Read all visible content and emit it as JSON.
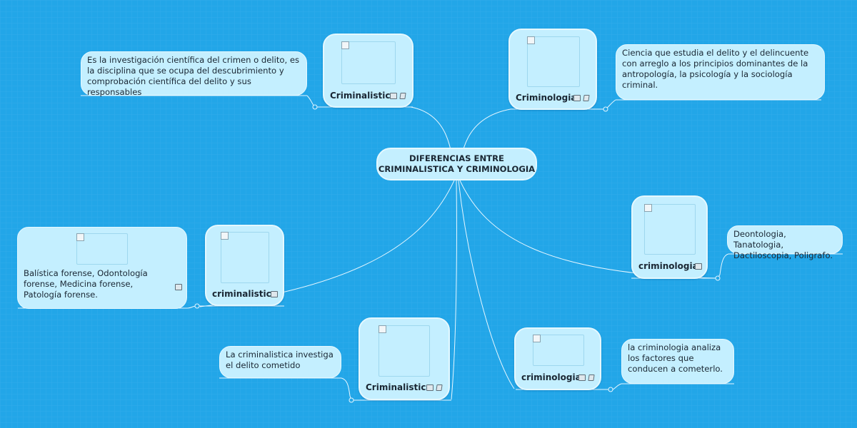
{
  "central_topic": {
    "line1": "DIFERENCIAS ENTRE",
    "line2": "CRIMINALISTICA Y CRIMINOLOGIA"
  },
  "topics": [
    {
      "label": "Criminalistica",
      "icons": [
        "image-icon",
        "note-icon"
      ]
    },
    {
      "label": "Criminologia",
      "icons": [
        "image-icon",
        "note-icon"
      ]
    },
    {
      "label": "criminalistica",
      "icons": [
        "image-icon"
      ]
    },
    {
      "label": "criminologia",
      "icons": [
        "image-icon"
      ]
    },
    {
      "label": "Criminalistica",
      "icons": [
        "image-icon",
        "note-icon"
      ]
    },
    {
      "label": "criminologia",
      "icons": [
        "image-icon",
        "note-icon"
      ]
    }
  ],
  "notes": [
    {
      "text": "Es la investigación científica del crimen o delito, es la disciplina que se ocupa del descubrimiento y comprobación científica del delito y sus responsables"
    },
    {
      "text": "Ciencia que estudia el delito y el delincuente con arreglo a los principios dominantes de la antropología, la psicología y la sociología criminal."
    },
    {
      "text": "Balística forense, Odontología forense, Medicina forense, Patología forense.",
      "icons": [
        "image-icon"
      ]
    },
    {
      "text": "Deontologia, Tanatologia, Dactiloscopia, Poligrafo."
    },
    {
      "text": "La criminalistica investiga el delito cometido"
    },
    {
      "text": "la criminologia analiza los factores que conducen a cometerlo."
    }
  ],
  "colors": {
    "background": "#22a6e8",
    "node_fill": "#c4efff",
    "node_border": "#e4f8ff",
    "connector": "#e6f6ff",
    "text": "#1a2733"
  }
}
